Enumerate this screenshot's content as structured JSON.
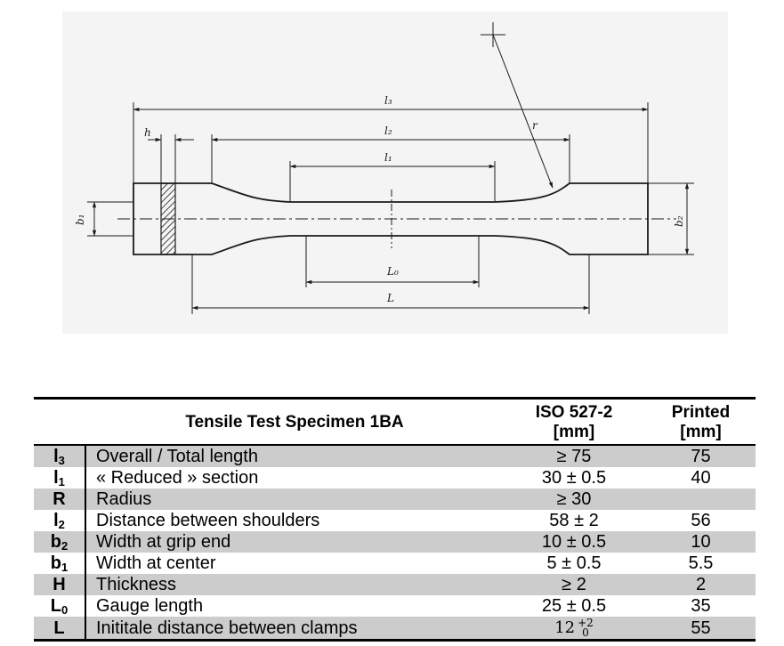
{
  "drawing": {
    "labels": {
      "l3": "l₃",
      "l2": "l₂",
      "l1": "l₁",
      "h": "h",
      "r": "r",
      "b1": "b₁",
      "b2": "b₂",
      "L0": "L₀",
      "L": "L"
    }
  },
  "table": {
    "headers": {
      "title": "Tensile Test Specimen 1BA",
      "iso": "ISO 527-2",
      "iso_unit": "[mm]",
      "printed": "Printed",
      "printed_unit": "[mm]"
    },
    "rows": [
      {
        "sym": "l",
        "sub": "3",
        "desc": "Overall / Total length",
        "iso": "≥ 75",
        "printed": "75"
      },
      {
        "sym": "l",
        "sub": "1",
        "desc": "« Reduced » section",
        "iso": "30 ± 0.5",
        "printed": "40"
      },
      {
        "sym": "R",
        "sub": "",
        "desc": "Radius",
        "iso": "≥ 30",
        "printed": ""
      },
      {
        "sym": "l",
        "sub": "2",
        "desc": "Distance between shoulders",
        "iso": "58 ± 2",
        "printed": "56"
      },
      {
        "sym": "b",
        "sub": "2",
        "desc": "Width at grip end",
        "iso": "10 ± 0.5",
        "printed": "10"
      },
      {
        "sym": "b",
        "sub": "1",
        "desc": "Width at center",
        "iso": "5 ± 0.5",
        "printed": "5.5"
      },
      {
        "sym": "H",
        "sub": "",
        "desc": "Thickness",
        "iso": "≥ 2",
        "printed": "2"
      },
      {
        "sym": "L",
        "sub": "0",
        "desc": "Gauge length",
        "iso": "25 ± 0.5",
        "printed": "35"
      },
      {
        "sym": "L",
        "sub": "",
        "desc": "Inititale distance between clamps",
        "iso": "",
        "iso_base": "12",
        "iso_sup": "+2",
        "iso_sub": "0",
        "printed": "55"
      }
    ]
  }
}
